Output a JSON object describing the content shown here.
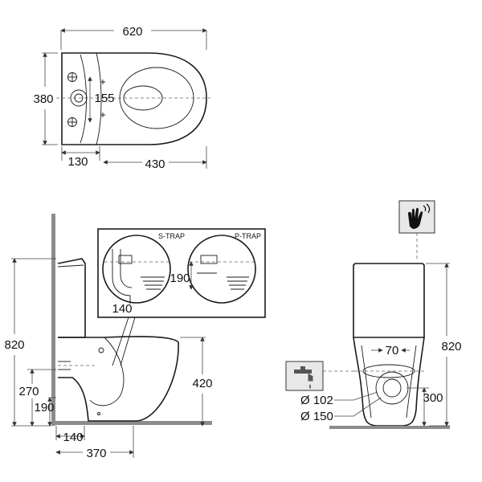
{
  "top_view": {
    "width_620": "620",
    "depth_380": "380",
    "hole_spacing_155": "155",
    "offset_130": "130",
    "seat_430": "430"
  },
  "side_view": {
    "height_820": "820",
    "pipe_270": "270",
    "pipe_190": "190",
    "outlet_140": "140",
    "base_370": "370",
    "rim_420": "420"
  },
  "trap_detail": {
    "s_trap_label": "S-TRAP",
    "p_trap_label": "P-TRAP",
    "s_trap_offset": "140",
    "p_trap_height": "190"
  },
  "front_view": {
    "height_820": "820",
    "inlet_70": "70",
    "outlet_300": "300",
    "diameter_102": "Ø 102",
    "diameter_150": "Ø 150"
  },
  "icons": [
    "hand-sensor-icon",
    "water-tap-icon"
  ]
}
